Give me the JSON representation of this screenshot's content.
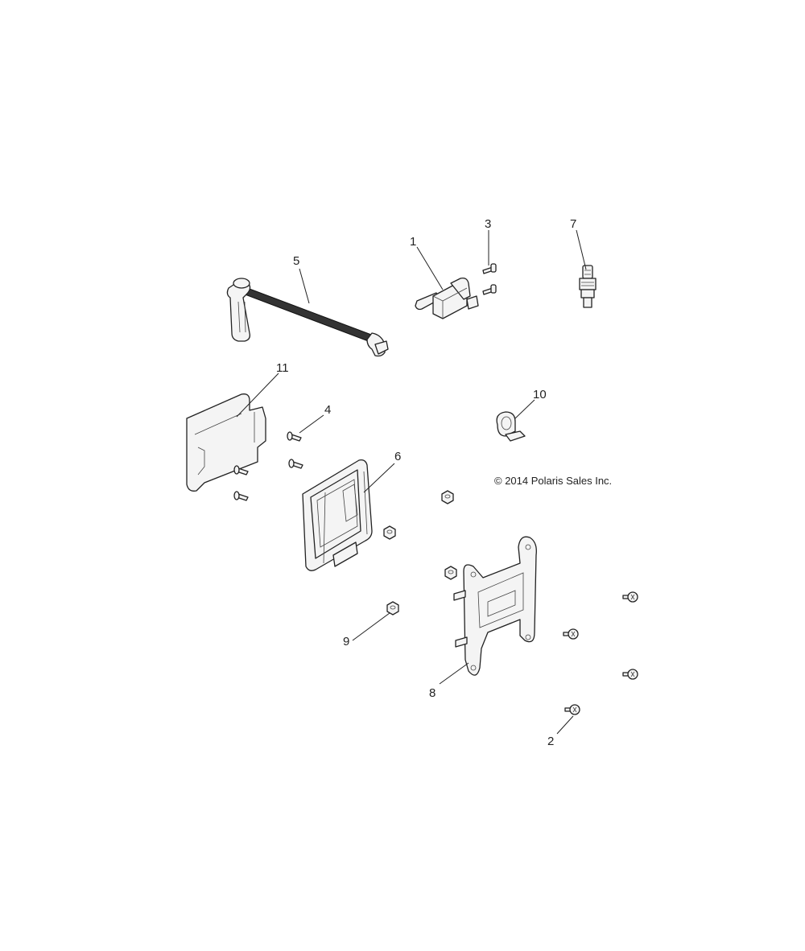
{
  "copyright": "© 2014 Polaris Sales Inc.",
  "callouts": [
    {
      "id": "1",
      "text": "1"
    },
    {
      "id": "2",
      "text": "2"
    },
    {
      "id": "3",
      "text": "3"
    },
    {
      "id": "4",
      "text": "4"
    },
    {
      "id": "5",
      "text": "5"
    },
    {
      "id": "6",
      "text": "6"
    },
    {
      "id": "7",
      "text": "7"
    },
    {
      "id": "8",
      "text": "8"
    },
    {
      "id": "9",
      "text": "9"
    },
    {
      "id": "10",
      "text": "10"
    },
    {
      "id": "11",
      "text": "11"
    }
  ]
}
